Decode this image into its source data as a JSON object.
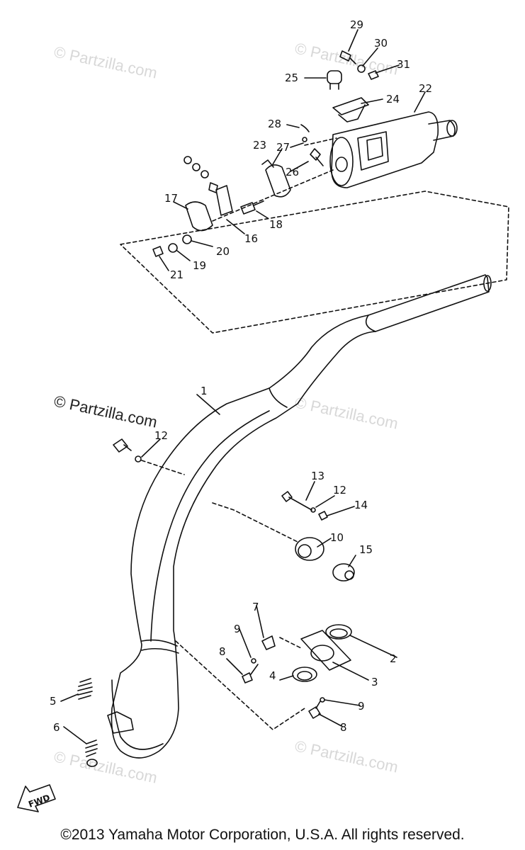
{
  "diagram": {
    "labels": [
      "1",
      "2",
      "3",
      "4",
      "5",
      "6",
      "7",
      "8",
      "8",
      "9",
      "9",
      "10",
      "12",
      "12",
      "13",
      "14",
      "15",
      "16",
      "17",
      "18",
      "19",
      "20",
      "21",
      "22",
      "23",
      "24",
      "25",
      "26",
      "27",
      "28",
      "29",
      "30",
      "31"
    ],
    "watermark_text": "© Partzilla.com",
    "fwd_text": "FWD"
  },
  "footer": {
    "copyright": "©2013  Yamaha Motor Corporation, U.S.A. All rights reserved."
  },
  "colors": {
    "line": "#111111",
    "watermark": "#d8d8d8",
    "background": "#ffffff"
  }
}
